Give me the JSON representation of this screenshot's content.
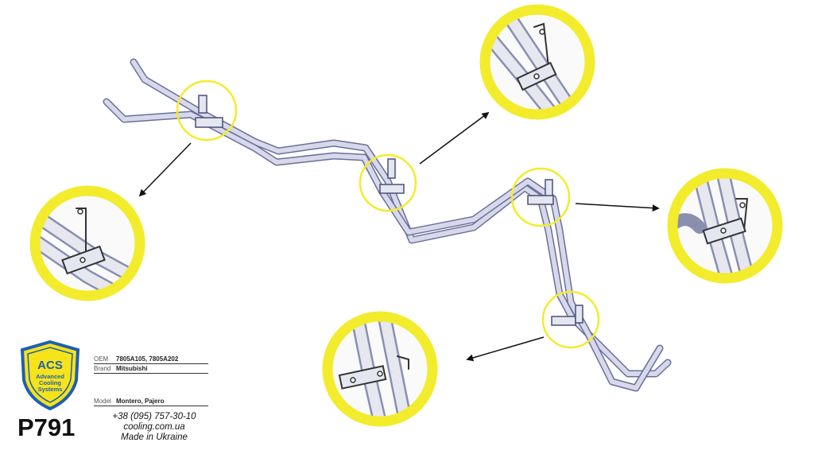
{
  "brand": {
    "logo_abbr": "ACS",
    "logo_line1": "Advanced",
    "logo_line2": "Cooling",
    "logo_line3": "Systems",
    "part_number": "P791"
  },
  "specs": {
    "oem_label": "OEM",
    "oem_value": "7805A105, 7805A202",
    "brand_label": "Brand",
    "brand_value": "Mitsubishi",
    "model_label": "Model",
    "model_value": "Montero, Pajero"
  },
  "contact": {
    "phone": "+38 (095) 757-30-10",
    "website": "cooling.com.ua",
    "origin": "Made in Ukraine"
  },
  "colors": {
    "highlight_ring": "#f2ec2c",
    "tube_fill": "#d7d9ea",
    "tube_stroke": "#6a6f9a",
    "shield_blue": "#1f5fb3",
    "shield_yellow": "#f6e31a",
    "arrow": "#111111"
  },
  "icons": {
    "logo": "shield-logo-icon",
    "callout_arrow": "arrow-icon"
  }
}
